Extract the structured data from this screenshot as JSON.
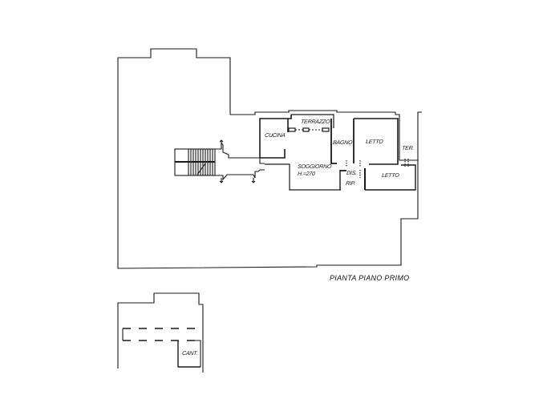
{
  "drawing": {
    "title": "PIANTA PIANO PRIMO",
    "line_color": "#1a1a1a",
    "background": "#ffffff"
  },
  "rooms": {
    "cucina": "CUCINA",
    "terrazzo": "TERRAZZO",
    "bagno": "BAGNO",
    "letto_1": "LETTO",
    "letto_2": "LETTO",
    "terrazzino": "TER.",
    "soggiorno": "SOGGIORNO",
    "soggiorno_height": "H.=270",
    "disimpegno": "DIS.",
    "ripostiglio": "RIP."
  },
  "lower_plan": {
    "cantina": "CANT."
  }
}
